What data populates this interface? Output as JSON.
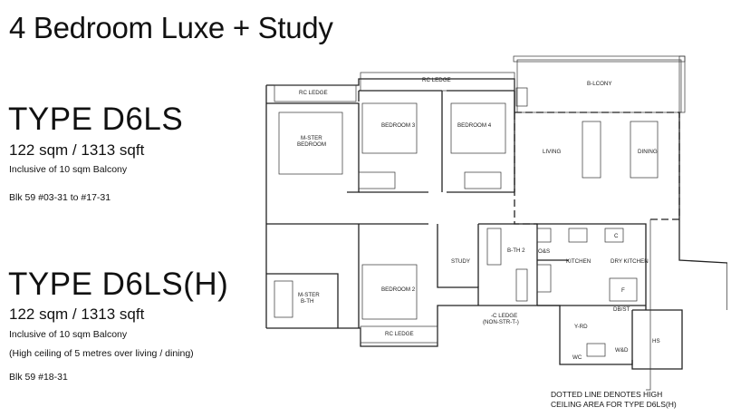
{
  "title": "4 Bedroom Luxe + Study",
  "types": [
    {
      "name": "TYPE D6LS",
      "area": "122 sqm / 1313 sqft",
      "note": "Inclusive of 10 sqm Balcony",
      "block": "Blk 59 #03-31 to #17-31"
    },
    {
      "name": "TYPE D6LS(H)",
      "area": "122 sqm / 1313 sqft",
      "note": "Inclusive of 10 sqm Balcony",
      "ceiling": "(High ceiling of 5 metres over living / dining)",
      "block": "Blk 59 #18-31"
    }
  ],
  "plan": {
    "rc_ledge_left": "RC LEDGE",
    "rc_ledge_top": "RC LEDGE",
    "balcony": "B-LCONY",
    "master_bedroom": [
      "M-STER",
      "BEDROOM"
    ],
    "bedroom3": "BEDROOM 3",
    "bedroom4": "BEDROOM 4",
    "living": "LIVING",
    "dining": "DINING",
    "bedroom2": "BEDROOM 2",
    "study": "STUDY",
    "bath2": [
      "B-TH 2"
    ],
    "master_bath": [
      "M-STER",
      "B-TH"
    ],
    "ac_ledge": [
      "-C LEDGE",
      "(NON-STR-T-)"
    ],
    "rc_ledge_bottom": "RC LEDGE",
    "kitchen": "KITCHEN",
    "dry_kitchen": "DRY KITCHEN",
    "os": "O&S",
    "c_label": "C",
    "f_label": "F",
    "db_st": "DB/ST",
    "yard": "Y-RD",
    "wd": "W&D",
    "wc": "WC",
    "hs": "HS"
  },
  "note": [
    "DOTTED LINE DENOTES HIGH",
    "CEILING AREA FOR TYPE D6LS(H)"
  ]
}
